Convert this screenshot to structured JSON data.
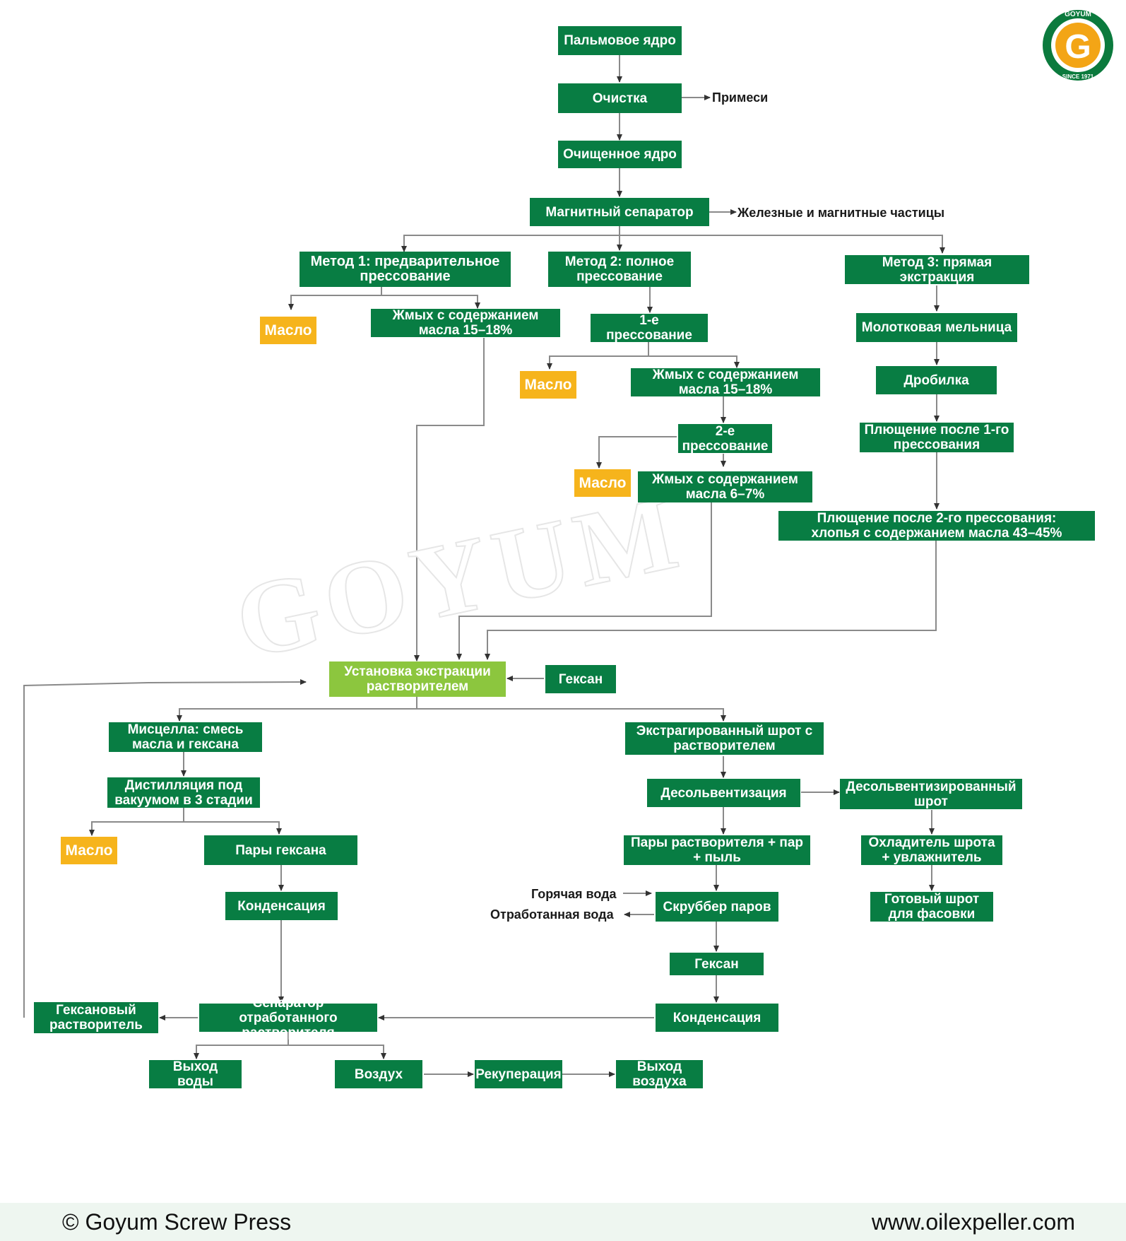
{
  "logo": {
    "top_text": "GOYUM",
    "letter": "G",
    "bottom_text": "SINCE 1971"
  },
  "watermark": "GOYUM",
  "nodes": {
    "kernel": "Пальмовое ядро",
    "cleaning": "Очистка",
    "cleaned_kernel": "Очищенное ядро",
    "magnet": "Магнитный сепаратор",
    "method1": "Метод 1: предварительное прессование",
    "method2": "Метод 2: полное прессование",
    "method3": "Метод 3: прямая экстракция",
    "oil_m1": "Масло",
    "cake_m1": "Жмых с содержанием масла 15–18%",
    "press1": "1-е прессование",
    "oil_m2a": "Масло",
    "cake_m2a": "Жмых с содержанием масла 15–18%",
    "press2": "2-е прессование",
    "oil_m2b": "Масло",
    "cake_m2b": "Жмых с содержанием масла 6–7%",
    "hammer_mill": "Молотковая мельница",
    "crusher": "Дробилка",
    "flaking1": "Плющение после 1-го прессования",
    "flaking2": "Плющение после 2-го прессования: хлопья с содержанием масла 43–45%",
    "extraction": "Установка экстракции растворителем",
    "hexane_in": "Гексан",
    "miscella": "Мисцелла: смесь масла и гексана",
    "distill": "Дистилляция под вакуумом в 3 стадии",
    "oil_final": "Масло",
    "hex_vapor": "Пары гексана",
    "condense1": "Конденсация",
    "separator": "Сепаратор отработанного растворителя",
    "hex_solvent": "Гексановый растворитель",
    "water_out": "Выход воды",
    "air": "Воздух",
    "recovery": "Рекуперация",
    "air_out": "Выход воздуха",
    "meal_solv": "Экстрагированный шрот с растворителем",
    "desolv": "Десольвентизация",
    "desolv_meal": "Десольвентизированный шрот",
    "vapors": "Пары растворителя + пар + пыль",
    "scrubber": "Скруббер паров",
    "hexane2": "Гексан",
    "condense2": "Конденсация",
    "cooler": "Охладитель шрота + увлажнитель",
    "final_meal": "Готовый шрот для фасовки"
  },
  "side_labels": {
    "impurities": "Примеси",
    "iron": "Железные и магнитные частицы",
    "hot_water": "Горячая вода",
    "waste_water": "Отработанная вода"
  },
  "colors": {
    "green": "#087d43",
    "light_green": "#8cc63e",
    "yellow": "#f6b41c",
    "line": "#8a8a8a"
  },
  "footer": {
    "copyright": "© Goyum Screw Press",
    "website": "www.oilexpeller.com"
  }
}
